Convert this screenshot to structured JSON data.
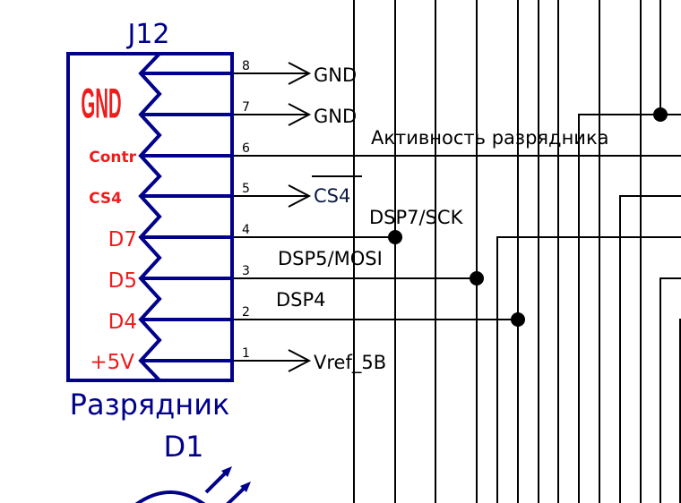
{
  "component": {
    "designator": "J12",
    "name": "Разрядник",
    "pins": [
      {
        "number": "8",
        "label": "GND",
        "net": "GND"
      },
      {
        "number": "7",
        "label": "",
        "net": "GND"
      },
      {
        "number": "6",
        "label": "Contr",
        "net": "Активность разрядника"
      },
      {
        "number": "5",
        "label": "CS4",
        "net": "CS4"
      },
      {
        "number": "4",
        "label": "D7",
        "net": "DSP7/SCK"
      },
      {
        "number": "3",
        "label": "D5",
        "net": "DSP5/MOSI"
      },
      {
        "number": "2",
        "label": "D4",
        "net": "DSP4"
      },
      {
        "number": "1",
        "label": "+5V",
        "net": "Vref_5B"
      }
    ]
  },
  "led": {
    "designator": "D1"
  },
  "colors": {
    "component": "#00008b",
    "pin_label": "#ee1c1c",
    "wire": "#000000"
  }
}
